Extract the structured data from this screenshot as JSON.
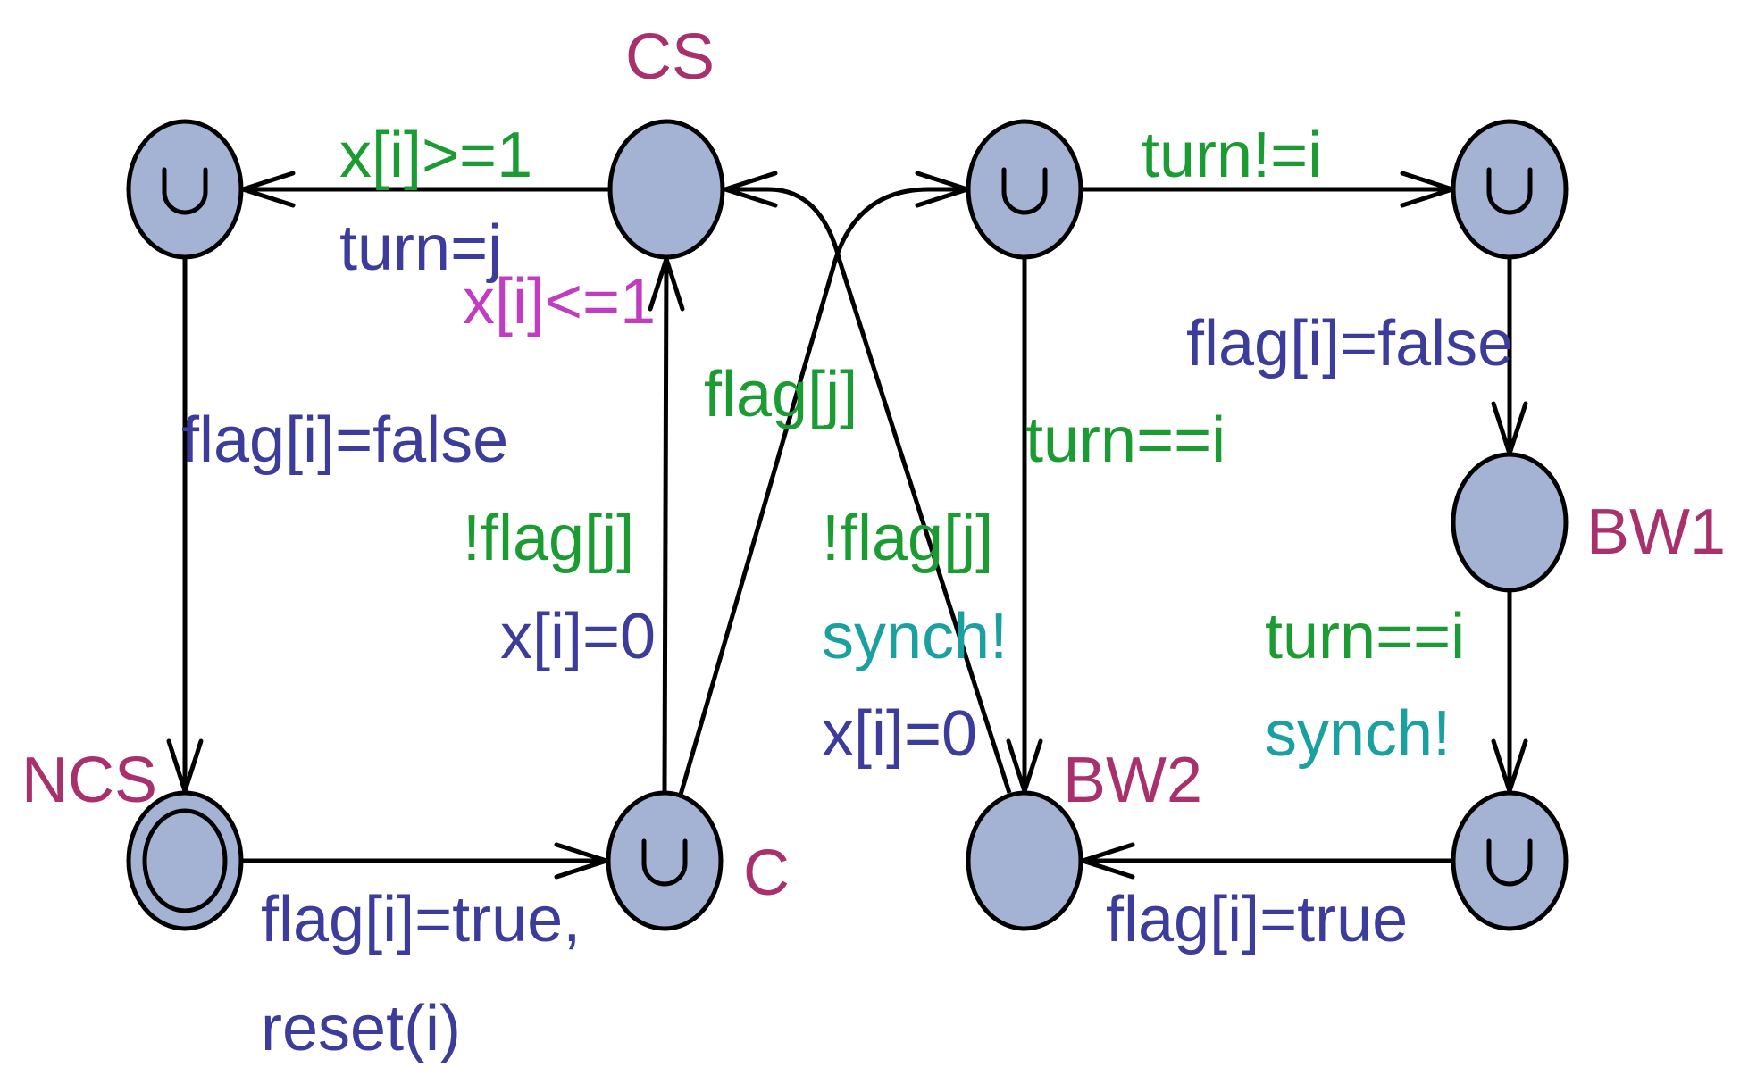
{
  "colors": {
    "location_fill": "#a4b3d3",
    "location_name": "#a8306c",
    "guard": "#1a9c32",
    "assignment": "#3c3c9c",
    "sync": "#1aa0a0",
    "invariant": "#c23cc2"
  },
  "locations": {
    "cs": "CS",
    "ncs": "NCS",
    "c": "C",
    "bw1": "BW1",
    "bw2": "BW2"
  },
  "edges": {
    "cs_to_top_left": {
      "guard": "x[i]>=1",
      "assignment": "turn=j"
    },
    "cs_invariant": "x[i]<=1",
    "top_left_to_ncs": {
      "assignment": "flag[i]=false"
    },
    "ncs_to_c": {
      "assignment_line1": "flag[i]=true,",
      "assignment_line2": "reset(i)"
    },
    "c_to_cs": {
      "guard": "!flag[j]",
      "assignment": "x[i]=0"
    },
    "c_to_top_mid": {
      "guard": "flag[j]"
    },
    "bw2_to_cs": {
      "guard": "!flag[j]",
      "sync": "synch!",
      "assignment": "x[i]=0"
    },
    "top_mid_to_top_right": {
      "guard": "turn!=i"
    },
    "top_mid_to_bw2": {
      "guard": "turn==i"
    },
    "top_right_to_bw1": {
      "assignment": "flag[i]=false"
    },
    "bw1_to_bottom_right": {
      "guard": "turn==i",
      "sync": "synch!"
    },
    "bottom_right_to_bw2": {
      "assignment": "flag[i]=true"
    }
  }
}
